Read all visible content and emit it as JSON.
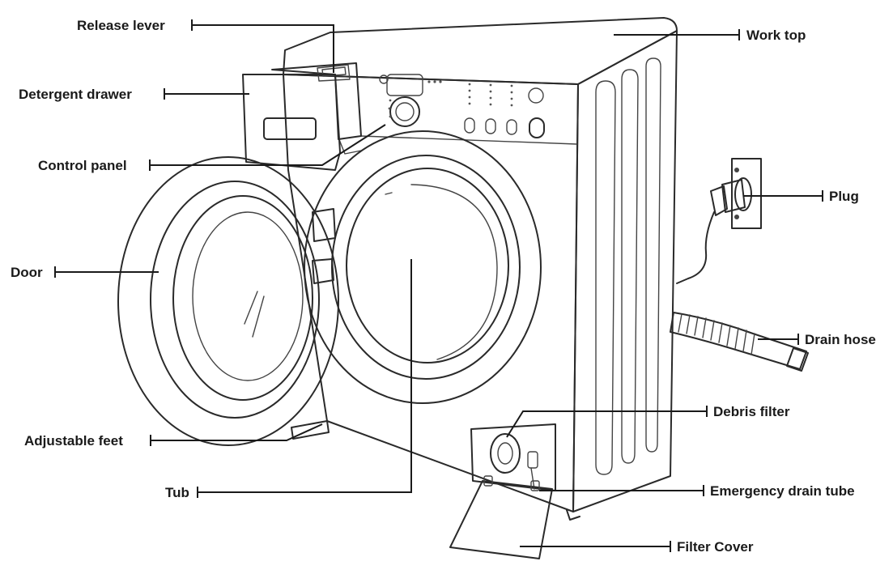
{
  "labels": {
    "release_lever": "Release lever",
    "detergent_drawer": "Detergent drawer",
    "control_panel": "Control panel",
    "door": "Door",
    "adjustable_feet": "Adjustable feet",
    "tub": "Tub",
    "work_top": "Work top",
    "plug": "Plug",
    "drain_hose": "Drain hose",
    "debris_filter": "Debris filter",
    "emergency_drain_tube": "Emergency drain tube",
    "filter_cover": "Filter Cover"
  }
}
